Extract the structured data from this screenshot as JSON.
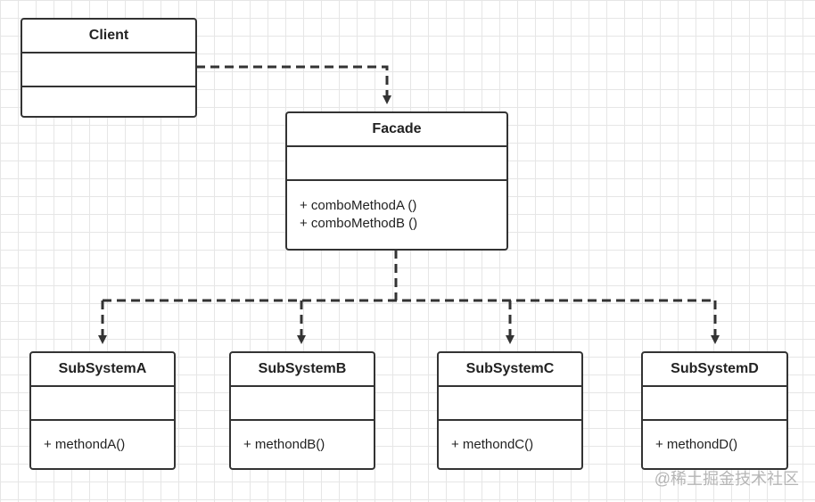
{
  "diagram": {
    "classes": [
      {
        "id": "client",
        "name": "Client",
        "methods": []
      },
      {
        "id": "facade",
        "name": "Facade",
        "methods": [
          "+ comboMethodA ()",
          "+ comboMethodB ()"
        ]
      },
      {
        "id": "subsystem-a",
        "name": "SubSystemA",
        "methods": [
          "+ methondA()"
        ]
      },
      {
        "id": "subsystem-b",
        "name": "SubSystemB",
        "methods": [
          "+ methondB()"
        ]
      },
      {
        "id": "subsystem-c",
        "name": "SubSystemC",
        "methods": [
          "+ methondC()"
        ]
      },
      {
        "id": "subsystem-d",
        "name": "SubSystemD",
        "methods": [
          "+ methondD()"
        ]
      }
    ],
    "edges": [
      {
        "from": "client",
        "to": "facade",
        "style": "dashed"
      },
      {
        "from": "facade",
        "to": "subsystem-a",
        "style": "dashed"
      },
      {
        "from": "facade",
        "to": "subsystem-b",
        "style": "dashed"
      },
      {
        "from": "facade",
        "to": "subsystem-c",
        "style": "dashed"
      },
      {
        "from": "facade",
        "to": "subsystem-d",
        "style": "dashed"
      }
    ]
  },
  "watermark": "@稀土掘金技术社区",
  "colors": {
    "stroke": "#333333",
    "grid": "#e6e6e6",
    "watermark": "#b5b5b5"
  }
}
